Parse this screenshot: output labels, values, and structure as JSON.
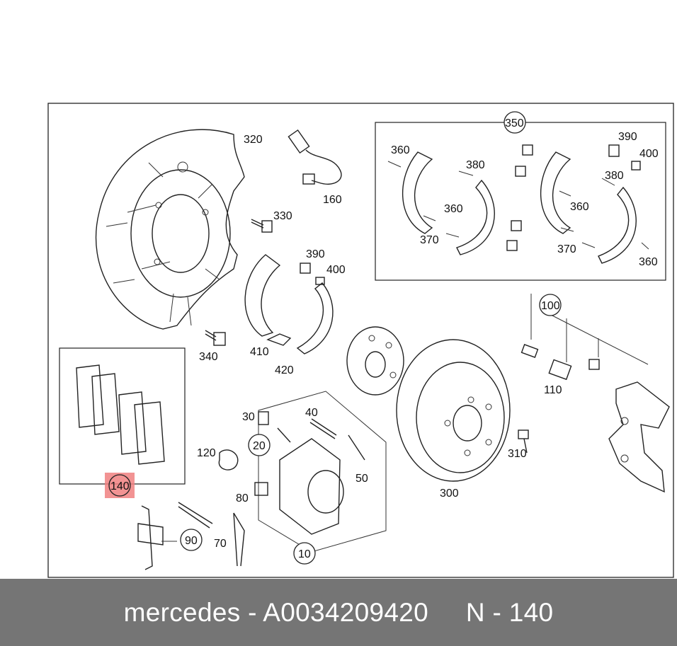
{
  "labels": {
    "l320": "320",
    "l160": "160",
    "l330": "330",
    "l390a": "390",
    "l400a": "400",
    "l340": "340",
    "l410": "410",
    "l420": "420",
    "l350": "350",
    "l360a": "360",
    "l380a": "380",
    "l360b": "360",
    "l370a": "370",
    "l390b": "390",
    "l400b": "400",
    "l380b": "380",
    "l360c": "360",
    "l370b": "370",
    "l360d": "360",
    "l100": "100",
    "l110": "110",
    "l310": "310",
    "l300": "300",
    "l30": "30",
    "l40": "40",
    "l20": "20",
    "l120": "120",
    "l50": "50",
    "l80": "80",
    "l10": "10",
    "l90": "90",
    "l70": "70",
    "l140": "140"
  },
  "highlight_color": "#f08080",
  "footer": {
    "brand": "mercedes",
    "sep1": " - ",
    "part_number": "A0034209420",
    "gap": "     ",
    "ref": "N - 140"
  }
}
